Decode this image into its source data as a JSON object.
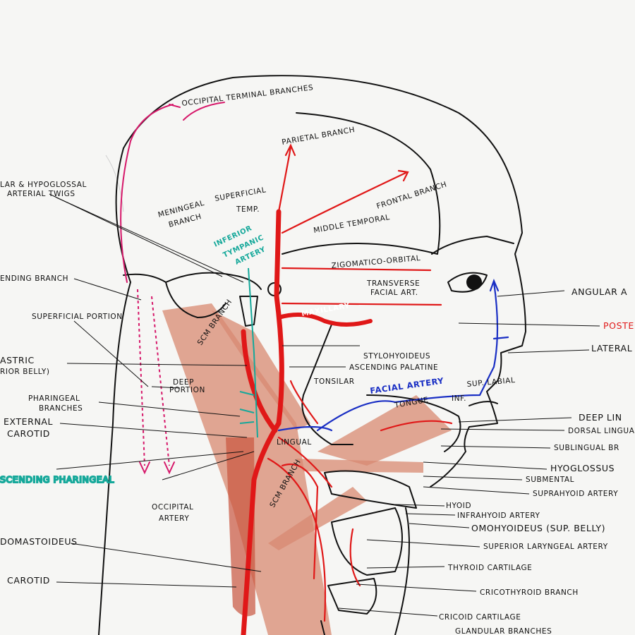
{
  "labels": {
    "occipital_terminal": "OCCIPITAL TERMINAL BRANCHES",
    "parietal": "PARIETAL BRANCH",
    "frontal": "FRONTAL BRANCH",
    "auricular_twigs_1": "LAR & HYPOGLOSSAL",
    "auricular_twigs_2": "ARTERIAL TWIGS",
    "meningeal_1": "MENINGEAL",
    "meningeal_2": "BRANCH",
    "superficial_temp_1": "SUPERFICIAL",
    "superficial_temp_2": "TEMP.",
    "inferior_tympanic_1": "INFERIOR",
    "inferior_tympanic_2": "TYMPANIC",
    "inferior_tympanic_3": "ARTERY",
    "middle_temporal": "MIDDLE TEMPORAL",
    "zygomatico_orbital": "ZIGOMATICO-ORBITAL",
    "transverse_facial_1": "TRANSVERSE",
    "transverse_facial_2": "FACIAL ART.",
    "angular": "ANGULAR A",
    "ascending_branch": "ENDING BRANCH",
    "superficial_portion": "SUPERFICIAL PORTION",
    "maxillary": "MAXILLARY",
    "scm_branch_upper": "SCM BRANCH",
    "posterior": "POSTER",
    "stylohyoideus": "STYLOHYOIDEUS",
    "ascending_palatine": "ASCENDING PALATINE",
    "lateral": "LATERAL",
    "digastric_1": "ASTRIC",
    "digastric_2": "RIOR BELLY)",
    "deep_portion_1": "DEEP",
    "deep_portion_2": "PORTION",
    "tonsilar": "TONSILAR",
    "facial_artery": "FACIAL ARTERY",
    "sup_labial": "SUP. LABIAL",
    "inf": "INF.",
    "pharyngeal_1": "PHARINGEAL",
    "pharyngeal_2": "BRANCHES",
    "tongue": "TONGUE",
    "deep_lingual": "DEEP LIN",
    "dorsal_lingual": "DORSAL LINGUA",
    "external_carotid_1": "EXTERNAL",
    "external_carotid_2": "CAROTID",
    "lingual": "LINGUAL",
    "sublingual": "SUBLINGUAL BR",
    "ascending_pharyngeal": "SCENDING PHARINGEAL",
    "hyoglossus": "HYOGLOSSUS",
    "submental": "SUBMENTAL",
    "suprahyoid": "SUPRAHYOID ARTERY",
    "scm_branch_lower": "SCM BRANCH",
    "occipital_artery_1": "OCCIPITAL",
    "occipital_artery_2": "ARTERY",
    "hyoid": "HYOID",
    "infrahyoid": "INFRAHYOID ARTERY",
    "omohyoideus": "OMOHYOIDEUS (SUP. BELLY)",
    "sternocleido": "DOMASTOIDEUS",
    "superior_laryngeal": "SUPERIOR LARYNGEAL ARTERY",
    "thyroid_cartilage": "THYROID CARTILAGE",
    "carotid": "CAROTID",
    "cricothyroid": "CRICOTHYROID BRANCH",
    "cricoid": "CRICOID CARTILAGE",
    "glandular": "GLANDULAR BRANCHES"
  },
  "colors": {
    "ink": "#111111",
    "artery": "#e01818",
    "vein": "#1a2fc4",
    "teal": "#15a89a",
    "muscle": "#d88a72",
    "pink": "#d6186a"
  }
}
